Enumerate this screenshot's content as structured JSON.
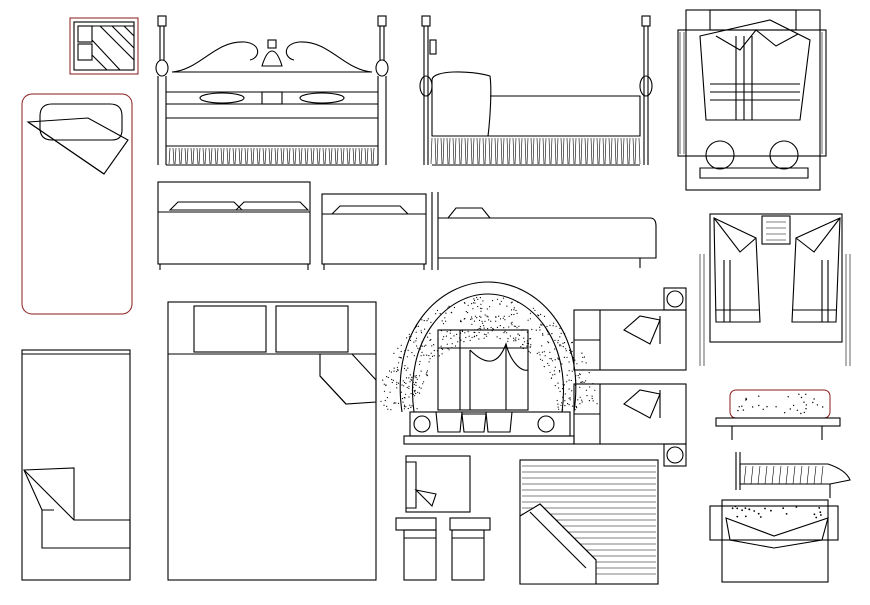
{
  "drawing": {
    "background": "#ffffff",
    "line_color": "#000000",
    "accent_color": "#8b1a1a",
    "blocks": [
      {
        "name": "small-folded-bed-icon",
        "icon": "bed-plan-icon"
      },
      {
        "name": "four-poster-bed-front",
        "icon": "bed-elevation-icon"
      },
      {
        "name": "four-poster-bed-side",
        "icon": "bed-elevation-icon"
      },
      {
        "name": "double-bed-with-rug-plan",
        "icon": "bed-plan-icon"
      },
      {
        "name": "single-bed-plan-red",
        "icon": "bed-plan-icon"
      },
      {
        "name": "bed-elevations-row",
        "icon": "bed-elevation-icon"
      },
      {
        "name": "double-bed-rug-plan-2",
        "icon": "bed-plan-icon"
      },
      {
        "name": "single-bed-plan-folded",
        "icon": "bed-plan-icon"
      },
      {
        "name": "large-double-bed-plan",
        "icon": "bed-plan-icon"
      },
      {
        "name": "canopy-bed-elevation",
        "icon": "bed-elevation-icon"
      },
      {
        "name": "twin-beds-plan",
        "icon": "bed-plan-icon"
      },
      {
        "name": "low-bed-elevation",
        "icon": "bed-elevation-icon"
      },
      {
        "name": "small-bed-plan",
        "icon": "bed-plan-icon"
      },
      {
        "name": "striped-bed-plan",
        "icon": "bed-plan-icon"
      },
      {
        "name": "bunk-bed-3d",
        "icon": "bed-elevation-icon"
      },
      {
        "name": "nightstand-pair-plan",
        "icon": "table-plan-icon"
      },
      {
        "name": "double-bed-plan-small",
        "icon": "bed-plan-icon"
      }
    ]
  }
}
